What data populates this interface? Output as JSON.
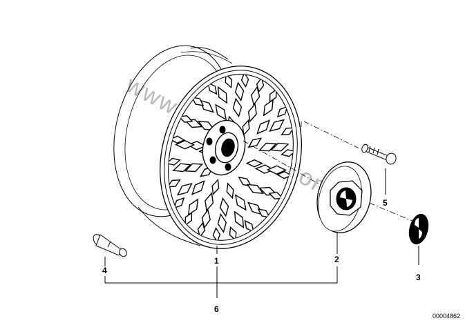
{
  "watermark": "www.bmwpartsstore.pl",
  "callouts": {
    "c1": "1",
    "c2": "2",
    "c3": "3",
    "c4": "4",
    "c5": "5",
    "c6": "6"
  },
  "reference_number": "00004862"
}
